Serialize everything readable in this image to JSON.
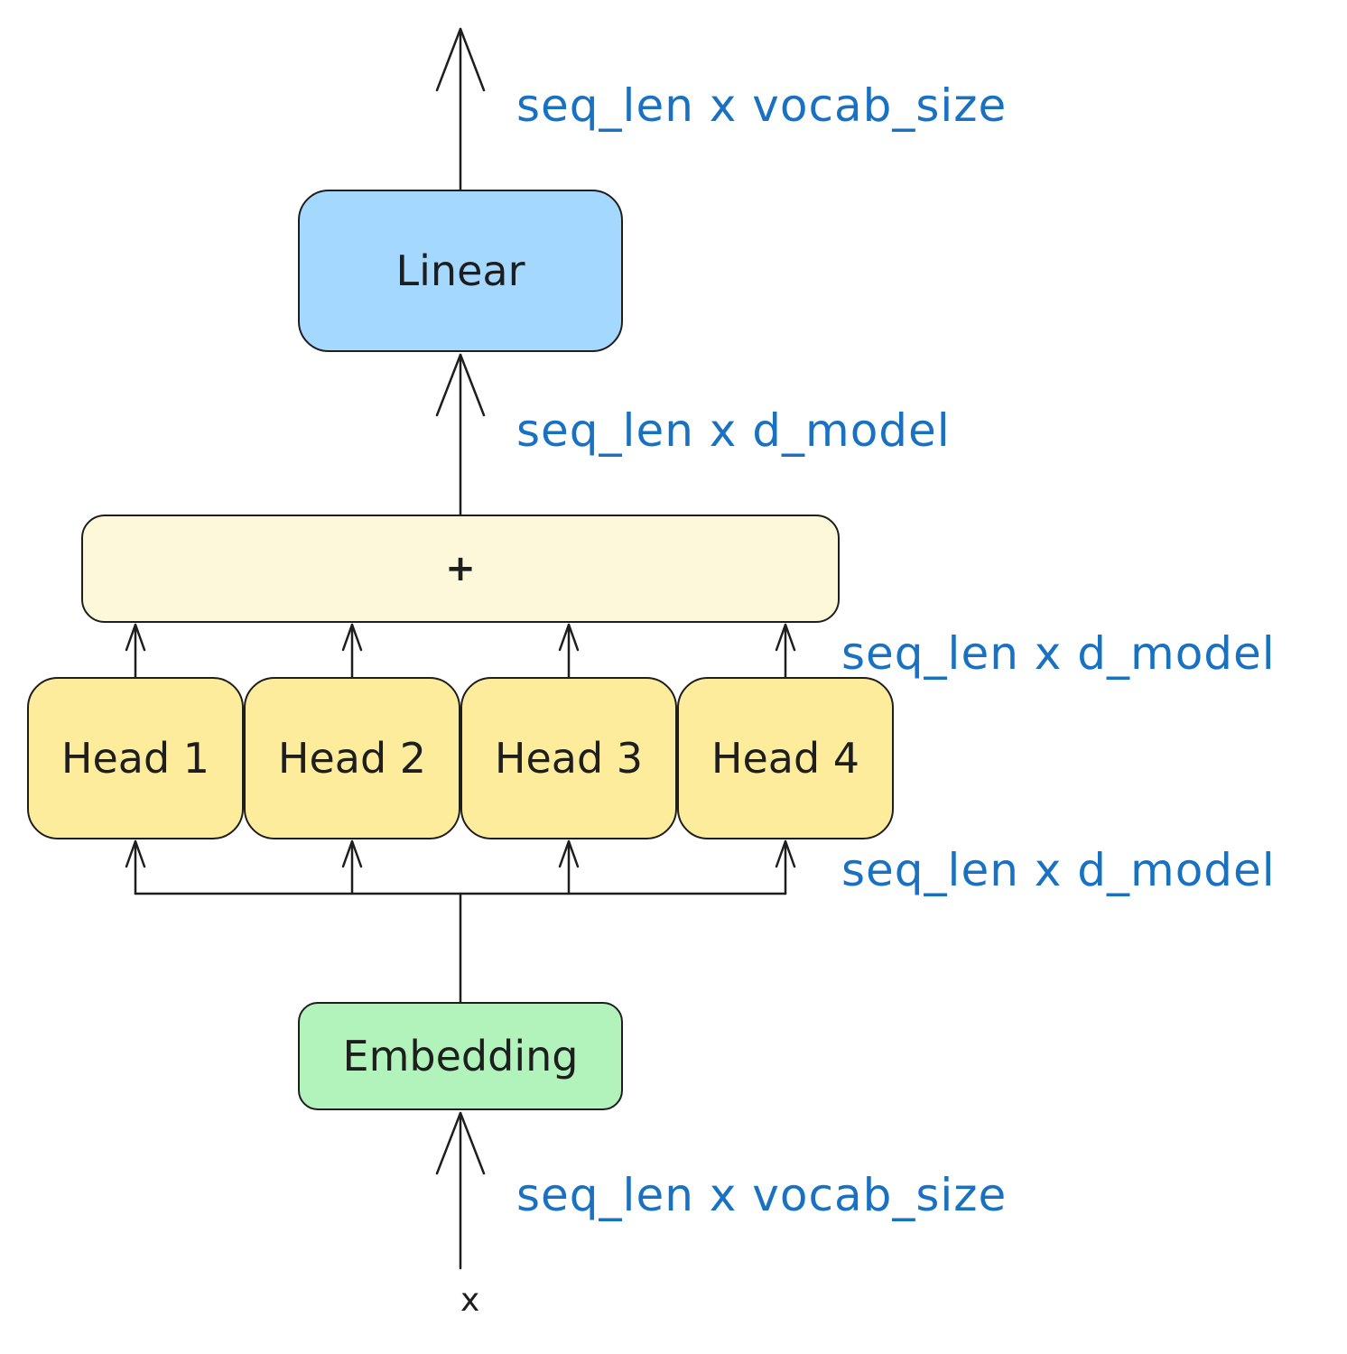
{
  "blocks": {
    "linear": "Linear",
    "sum": "+",
    "heads": [
      "Head 1",
      "Head 2",
      "Head 3",
      "Head 4"
    ],
    "embedding": "Embedding"
  },
  "dims": {
    "output": "seq_len x vocab_size",
    "after_sum": "seq_len x d_model",
    "head_outputs": "seq_len x d_model",
    "head_inputs": "seq_len x d_model",
    "input": "seq_len x vocab_size"
  },
  "input_label": "x",
  "colors": {
    "stroke": "#1e1e1e",
    "dim_text": "#1971c2",
    "linear_fill": "#a5d8ff",
    "sum_fill": "#fdf8da",
    "head_fill": "#fdec9b",
    "embedding_fill": "#b2f2bb"
  }
}
